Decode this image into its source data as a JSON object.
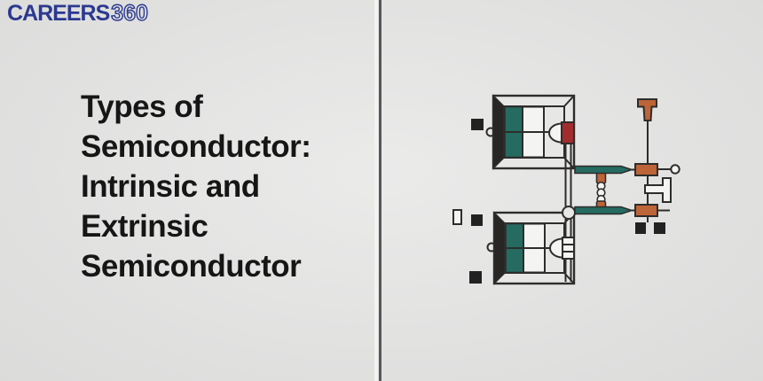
{
  "page": {
    "background": "#e4e4e3"
  },
  "header": {
    "logo_brand": "CAREERS",
    "logo_suffix": "360",
    "logo_color": "#2b3990"
  },
  "title": {
    "lines": [
      "Types of",
      "Semiconductor:",
      "Intrinsic and",
      "Extrinsic",
      "Semiconductor"
    ],
    "color": "#161616"
  },
  "divider": {
    "color": "#57575a"
  },
  "illustration": {
    "label": "semiconductor-circuit-illustration",
    "colors": {
      "teal": "#256b61",
      "orange": "#bd6438",
      "red": "#a32c2e",
      "outline": "#2e2d2b",
      "dark_fill": "#272624",
      "white_fill": "#f4f4f3",
      "box_fill": "#e7e7e6",
      "black_square": "#222222"
    }
  }
}
